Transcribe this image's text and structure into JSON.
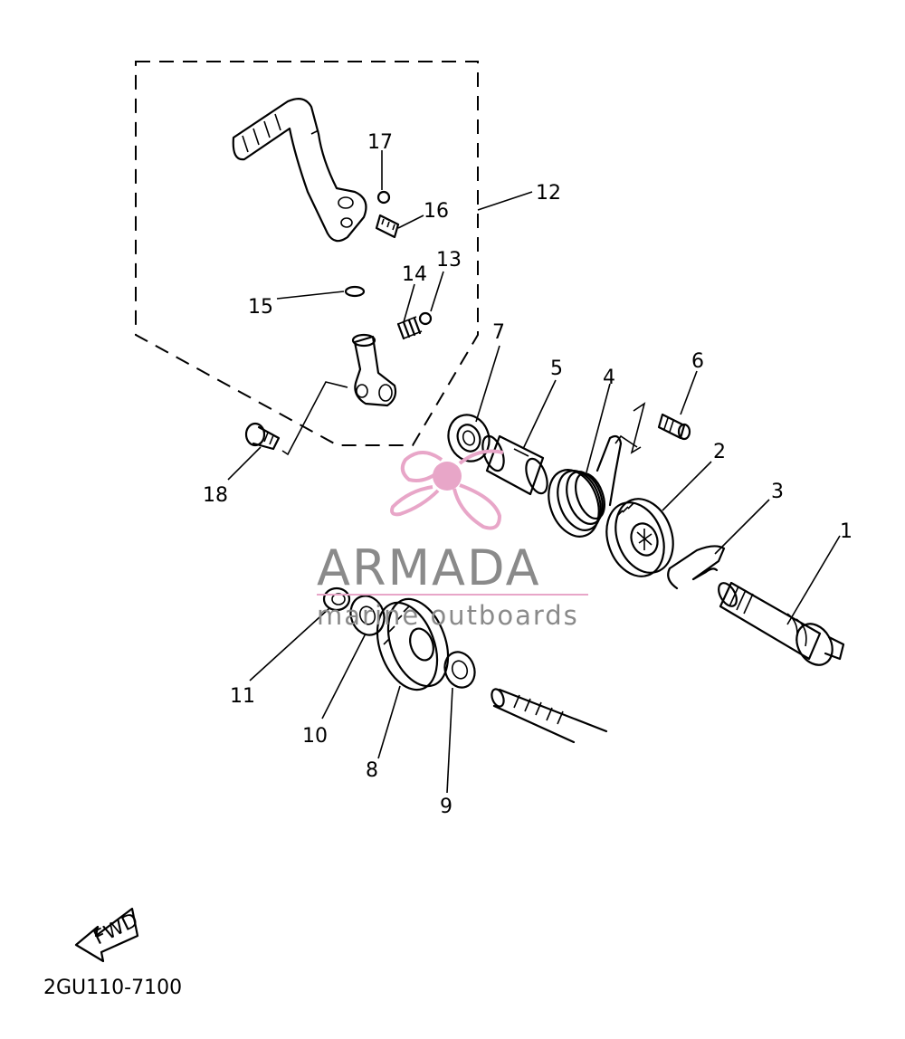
{
  "callouts": [
    {
      "num": "1"
    },
    {
      "num": "2"
    },
    {
      "num": "3"
    },
    {
      "num": "4"
    },
    {
      "num": "5"
    },
    {
      "num": "6"
    },
    {
      "num": "7"
    },
    {
      "num": "8"
    },
    {
      "num": "9"
    },
    {
      "num": "10"
    },
    {
      "num": "11"
    },
    {
      "num": "12"
    },
    {
      "num": "13"
    },
    {
      "num": "14"
    },
    {
      "num": "15"
    },
    {
      "num": "16"
    },
    {
      "num": "17"
    },
    {
      "num": "18"
    }
  ],
  "direction_label": "FWD",
  "diagram_code": "2GU110-7100",
  "watermark": {
    "brand": "ARMADA",
    "tagline": "marine outboards",
    "logo_color": "#e8a6c8",
    "text_color": "#8a8a8a"
  }
}
